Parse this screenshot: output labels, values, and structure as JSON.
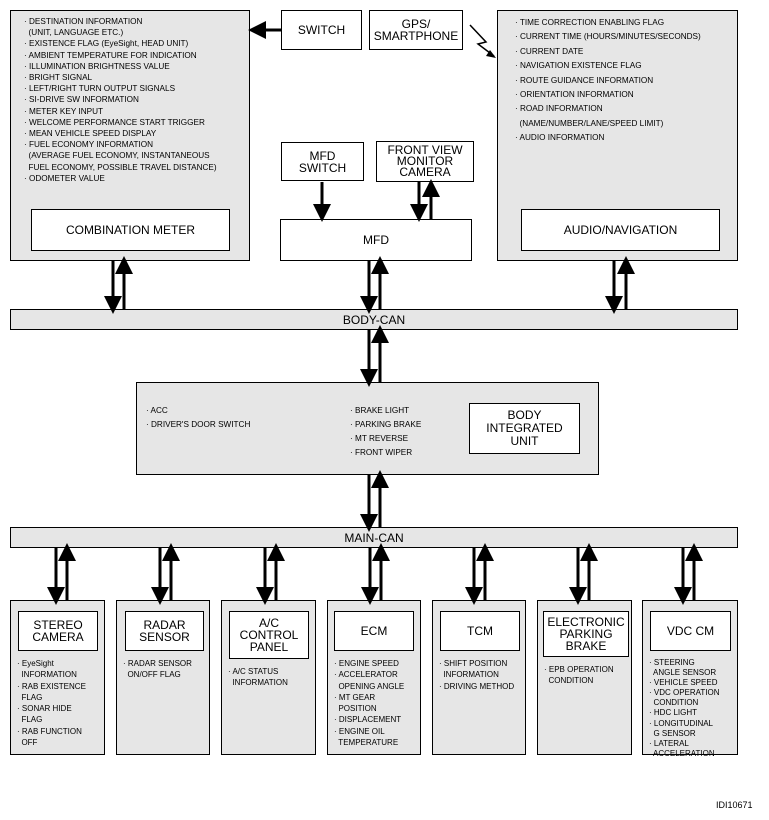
{
  "meter_panel": {
    "items": [
      "· DESTINATION INFORMATION",
      "  (UNIT, LANGUAGE ETC.)",
      "· EXISTENCE FLAG (EyeSight, HEAD UNIT)",
      "· AMBIENT TEMPERATURE FOR INDICATION",
      "· ILLUMINATION BRIGHTNESS VALUE",
      "· BRIGHT SIGNAL",
      "· LEFT/RIGHT TURN OUTPUT SIGNALS",
      "· SI-DRIVE SW INFORMATION",
      "· METER KEY INPUT",
      "· WELCOME PERFORMANCE START TRIGGER",
      "· MEAN VEHICLE SPEED DISPLAY",
      "· FUEL ECONOMY INFORMATION",
      "  (AVERAGE FUEL ECONOMY, INSTANTANEOUS",
      "  FUEL ECONOMY, POSSIBLE TRAVEL DISTANCE)",
      "· ODOMETER VALUE"
    ],
    "title": "COMBINATION METER"
  },
  "switch_box": "SWITCH",
  "gps_box": "GPS/\nSMARTPHONE",
  "mfd_switch": "MFD\nSWITCH",
  "front_camera": "FRONT VIEW\nMONITOR\nCAMERA",
  "mfd": "MFD",
  "nav_panel": {
    "items": [
      "· TIME CORRECTION ENABLING FLAG",
      "· CURRENT TIME (HOURS/MINUTES/SECONDS)",
      "· CURRENT DATE",
      "· NAVIGATION EXISTENCE FLAG",
      "· ROUTE GUIDANCE INFORMATION",
      "· ORIENTATION INFORMATION",
      "· ROAD INFORMATION",
      "  (NAME/NUMBER/LANE/SPEED LIMIT)",
      "· AUDIO INFORMATION"
    ],
    "title": "AUDIO/NAVIGATION"
  },
  "body_can": "BODY-CAN",
  "body_unit": {
    "left_items": [
      "· ACC",
      "· DRIVER'S DOOR SWITCH"
    ],
    "mid_items": [
      "· BRAKE LIGHT",
      "· PARKING BRAKE",
      "· MT REVERSE",
      "· FRONT WIPER"
    ],
    "title": "BODY\nINTEGRATED\nUNIT"
  },
  "main_can": "MAIN-CAN",
  "modules": [
    {
      "title": "STEREO\nCAMERA",
      "items": [
        "· EyeSight",
        "  INFORMATION",
        "· RAB EXISTENCE",
        "  FLAG",
        "· SONAR HIDE",
        "  FLAG",
        "· RAB FUNCTION",
        "  OFF"
      ]
    },
    {
      "title": "RADAR\nSENSOR",
      "items": [
        "· RADAR SENSOR",
        "  ON/OFF FLAG"
      ]
    },
    {
      "title": "A/C\nCONTROL\nPANEL",
      "items": [
        "· A/C STATUS",
        "  INFORMATION"
      ]
    },
    {
      "title": "ECM",
      "items": [
        "· ENGINE SPEED",
        "· ACCELERATOR",
        "  OPENING ANGLE",
        "· MT GEAR",
        "  POSITION",
        "· DISPLACEMENT",
        "· ENGINE OIL",
        "  TEMPERATURE"
      ]
    },
    {
      "title": "TCM",
      "items": [
        "· SHIFT POSITION",
        "  INFORMATION",
        "· DRIVING METHOD"
      ]
    },
    {
      "title": "ELECTRONIC\nPARKING\nBRAKE",
      "items": [
        "· EPB OPERATION",
        "  CONDITION"
      ]
    },
    {
      "title": "VDC CM",
      "items": [
        "· STEERING",
        "  ANGLE SENSOR",
        "· VEHICLE SPEED",
        "· VDC OPERATION",
        "  CONDITION",
        "· HDC LIGHT",
        "· LONGITUDINAL",
        "  G SENSOR",
        "· LATERAL",
        "  ACCELERATION"
      ]
    }
  ],
  "figure_ref": "IDI10671"
}
